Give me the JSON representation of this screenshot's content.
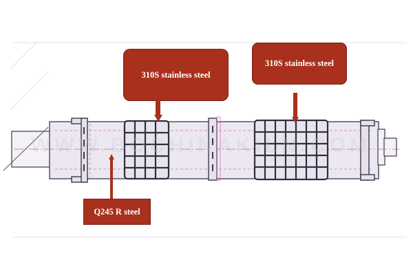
{
  "labels": {
    "top_left": "310S stainless steel",
    "top_right": "310S stainless steel",
    "bottom": "Q245 R steel"
  },
  "watermark": "WWW.BOCHINAKILN.COM",
  "colors": {
    "callout_fill": "#a8301c",
    "outline": "#3a3a48",
    "centerline": "#d05aa8",
    "body_fill": "#e8e4ef"
  }
}
